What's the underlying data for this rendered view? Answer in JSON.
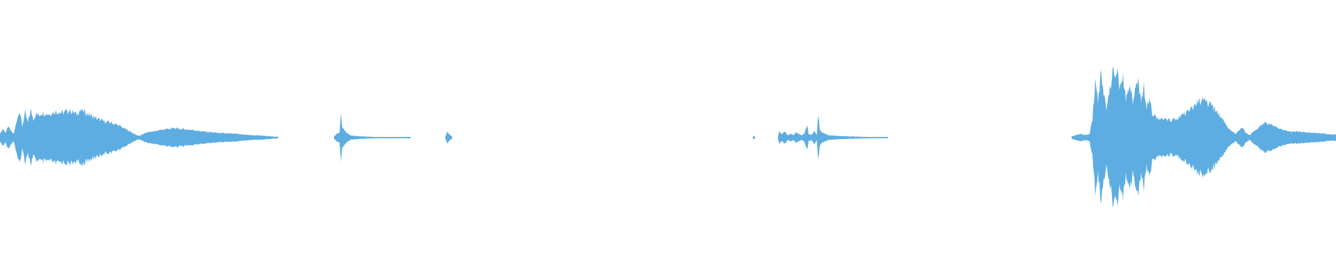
{
  "waveform": {
    "color": "#5dade2",
    "background": "#ffffff",
    "segments": [
      {
        "name": "waveform-segment-1",
        "x": [
          0,
          400
        ]
      },
      {
        "name": "waveform-segment-2",
        "x": [
          480,
          590
        ]
      },
      {
        "name": "waveform-segment-3",
        "x": [
          640,
          650
        ]
      },
      {
        "name": "waveform-segment-4",
        "x": [
          1082,
          1085
        ]
      },
      {
        "name": "waveform-segment-5",
        "x": [
          1118,
          1276
        ]
      },
      {
        "name": "waveform-segment-6",
        "x": [
          1540,
          1920
        ]
      }
    ]
  }
}
